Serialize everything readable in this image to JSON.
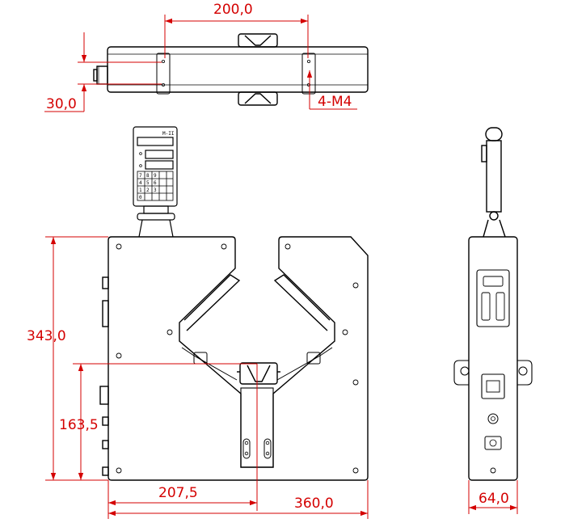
{
  "dimensions": {
    "top_width": "200,0",
    "top_height": "30,0",
    "thread": "4-M4",
    "front_height": "343,0",
    "front_center_height": "163,5",
    "front_center_width": "207,5",
    "front_width": "360,0",
    "side_width": "64,0"
  },
  "keypad": {
    "brand": "M-II",
    "keys": [
      "7",
      "8",
      "9",
      "4",
      "5",
      "6",
      "1",
      "2",
      "3",
      "0"
    ]
  },
  "colors": {
    "outline": "#000000",
    "dimension": "#d40000"
  }
}
